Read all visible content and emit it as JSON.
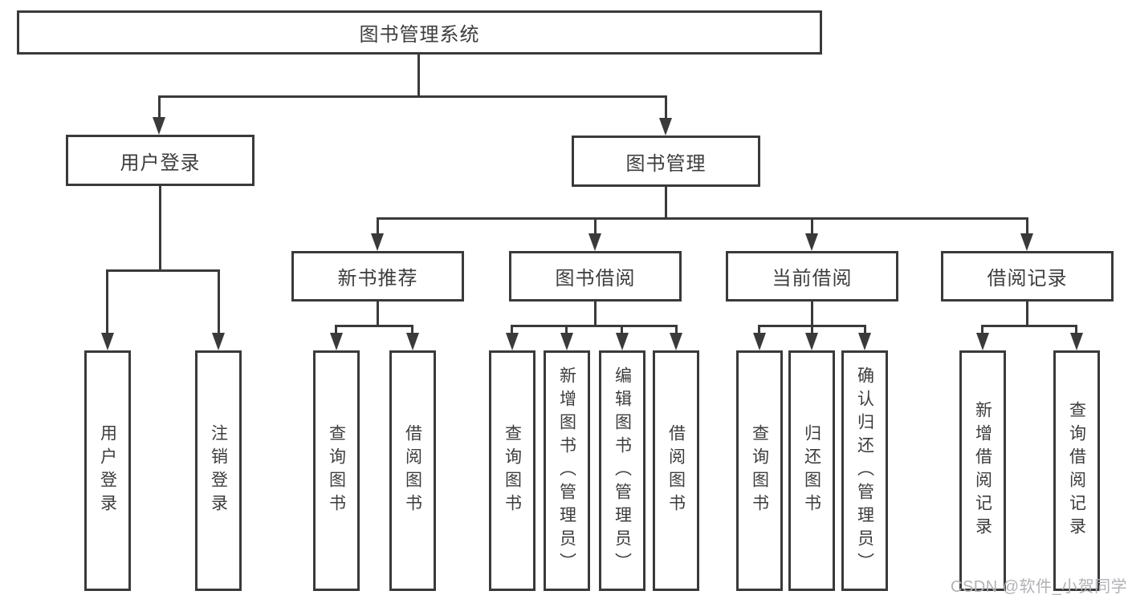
{
  "diagram": {
    "title": "图书管理系统",
    "root": {
      "label": "图书管理系统"
    },
    "branches": [
      {
        "label": "用户登录",
        "children": [
          {
            "label": "用户登录"
          },
          {
            "label": "注销登录"
          }
        ]
      },
      {
        "label": "图书管理",
        "children": [
          {
            "label": "新书推荐",
            "children": [
              {
                "label": "查询图书"
              },
              {
                "label": "借阅图书"
              }
            ]
          },
          {
            "label": "图书借阅",
            "children": [
              {
                "label": "查询图书"
              },
              {
                "label": "新增图书（管理员）"
              },
              {
                "label": "编辑图书（管理员）"
              },
              {
                "label": "借阅图书"
              }
            ]
          },
          {
            "label": "当前借阅",
            "children": [
              {
                "label": "查询图书"
              },
              {
                "label": "归还图书"
              },
              {
                "label": "确认归还（管理员）"
              }
            ]
          },
          {
            "label": "借阅记录",
            "children": [
              {
                "label": "新增借阅记录"
              },
              {
                "label": "查询借阅记录"
              }
            ]
          }
        ]
      }
    ]
  },
  "colors": {
    "line": "#3a3a3a",
    "text": "#3d3d3d",
    "background": "#ffffff",
    "watermark": "#b2b2b7"
  },
  "watermark": {
    "text": "CSDN @软件_小贺同学"
  }
}
